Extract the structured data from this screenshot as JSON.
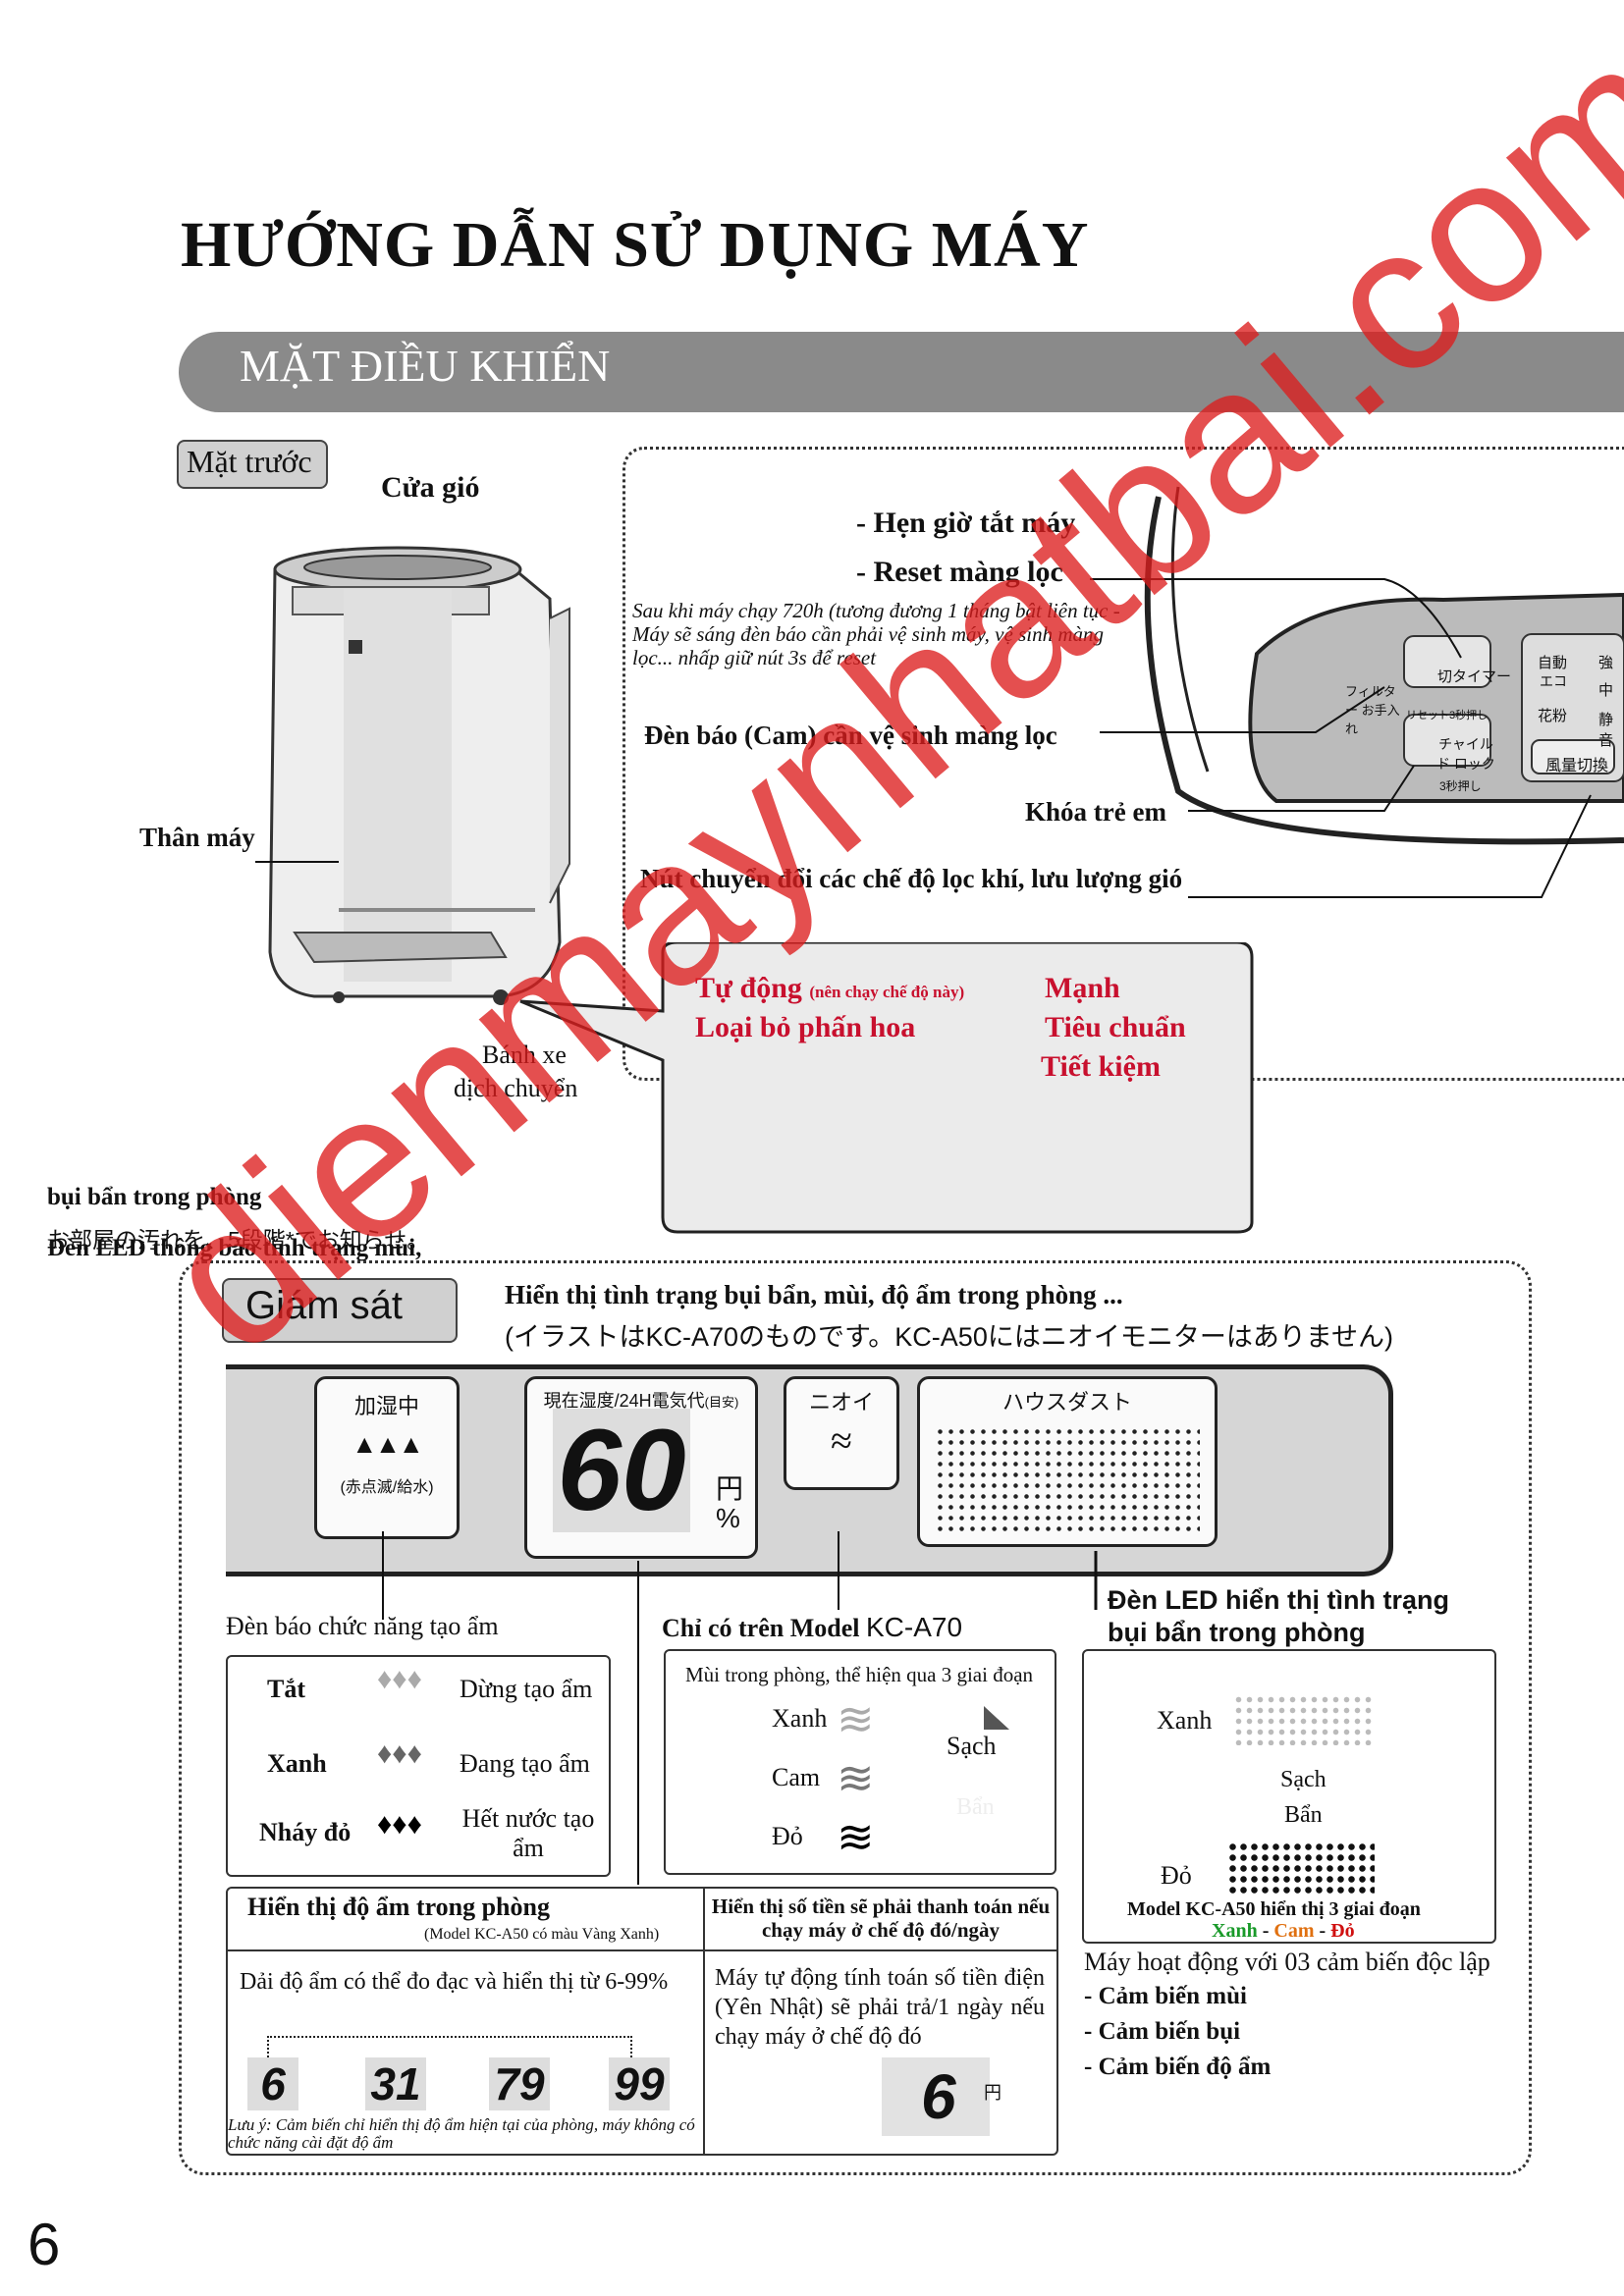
{
  "header": {
    "title": "HƯỚNG DẪN SỬ DỤNG MÁY",
    "section": "MẶT ĐIỀU KHIỂN"
  },
  "front": {
    "tag": "Mặt trước",
    "air_outlet": "Cửa gió",
    "body": "Thân máy",
    "wheel_line1": "Bánh xe",
    "wheel_line2": "dịch chuyển"
  },
  "controls": {
    "timer_off": "- Hẹn giờ tắt máy",
    "reset_filter": "- Reset màng lọc",
    "reset_note": "Sau khi máy chạy 720h (tương đương 1 tháng bật liên tục - Máy sẽ sáng đèn báo cần phải vệ sinh máy, vệ sinh màng lọc... nhấp giữ nút 3s để reset",
    "filter_led": "Đèn báo (Cam) cần vệ sinh màng lọc",
    "child_lock": "Khóa trẻ em",
    "mode_switch": "Nút chuyển đổi các chế độ lọc khí, lưu lượng gió",
    "jp_timer": "切タイマー",
    "jp_filter": "フィルター お手入れ",
    "jp_reset": "リセット3秒押し",
    "jp_child": "チャイルド ロック",
    "jp_child_sub": "3秒押し",
    "jp_auto": "自動",
    "jp_eco": "エコ",
    "jp_pollen": "花粉",
    "jp_strong": "強",
    "jp_mid": "中",
    "jp_quiet": "静音",
    "jp_fan": "風量切換"
  },
  "modes": {
    "auto": "Tự động",
    "auto_note": "(nên chạy chế độ này)",
    "pollen": "Loại bỏ phấn hoa",
    "strong": "Mạnh",
    "standard": "Tiêu chuẩn",
    "eco": "Tiết kiệm"
  },
  "overlap": {
    "line1": "bụi bẩn trong phòng",
    "line2": "お部屋の汚れを、5段階*でお知らせ。",
    "line3": "Đèn LED thông báo tình trạng mùi,"
  },
  "monitor": {
    "tag": "Giám sát",
    "desc_vn": "Hiển thị tình trạng bụi bẩn, mùi, độ ẩm trong phòng ...",
    "desc_jp": "(イラストはKC-A70のものです。KC-A50にはニオイモニターはありません)",
    "humid_label": "加湿中",
    "humid_sub": "(赤点滅/給水)",
    "lcd_label": "現在湿度/24H電気代",
    "lcd_label_sub": "(目安)",
    "lcd_value": "60",
    "yen": "円",
    "pct": "%",
    "odor_label": "ニオイ",
    "dust_label": "ハウスダスト"
  },
  "humid_indicator": {
    "title": "Đèn báo chức năng tạo ẩm",
    "rows": [
      {
        "state": "Tắt",
        "desc": "Dừng tạo ẩm"
      },
      {
        "state": "Xanh",
        "desc": "Đang tạo ẩm"
      },
      {
        "state": "Nháy đỏ",
        "desc": "Hết nước tạo ẩm"
      }
    ]
  },
  "odor": {
    "title": "Chỉ có trên Model",
    "model": "KC-A70",
    "subtitle": "Mùi trong phòng, thể hiện qua 3 giai đoạn",
    "levels": [
      "Xanh",
      "Cam",
      "Đỏ"
    ],
    "clean": "Sạch",
    "dirty": "Bẩn"
  },
  "dust": {
    "title_line1": "Đèn LED hiển thị tình trạng",
    "title_line2": "bụi bẩn trong phòng",
    "green": "Xanh",
    "red": "Đỏ",
    "clean": "Sạch",
    "dirty": "Bẩn",
    "model_note": "Model KC-A50 hiển thị 3 giai đoạn",
    "c1": "Xanh",
    "c2": "Cam",
    "c3": "Đỏ",
    "dash": " - ",
    "sensors_title": "Máy hoạt động với 03 cảm biến độc lập",
    "sensors": [
      "- Cảm biến mùi",
      "- Cảm biến bụi",
      "- Cảm biến độ ẩm"
    ]
  },
  "humidity_display": {
    "title": "Hiển thị độ ẩm trong phòng",
    "model_note": "(Model KC-A50 có màu Vàng Xanh)",
    "range": "Dải độ ẩm có thể đo đạc và hiển thị từ 6-99%",
    "values": [
      "6",
      "31",
      "79",
      "99"
    ],
    "note": "Lưu ý: Cảm biến chỉ hiển thị độ ẩm hiện tại của phòng, máy không có chức năng cài đặt độ ẩm"
  },
  "cost_display": {
    "title": "Hiển thị số tiền sẽ phải thanh toán nếu chạy máy ở chế độ đó/ngày",
    "desc": "Máy tự động tính toán số tiền điện (Yên Nhật) sẽ phải trả/1 ngày nếu chạy máy ở chế độ đó",
    "value": "6"
  },
  "watermark": "dienmaynhatbai.com",
  "page_number": "6"
}
